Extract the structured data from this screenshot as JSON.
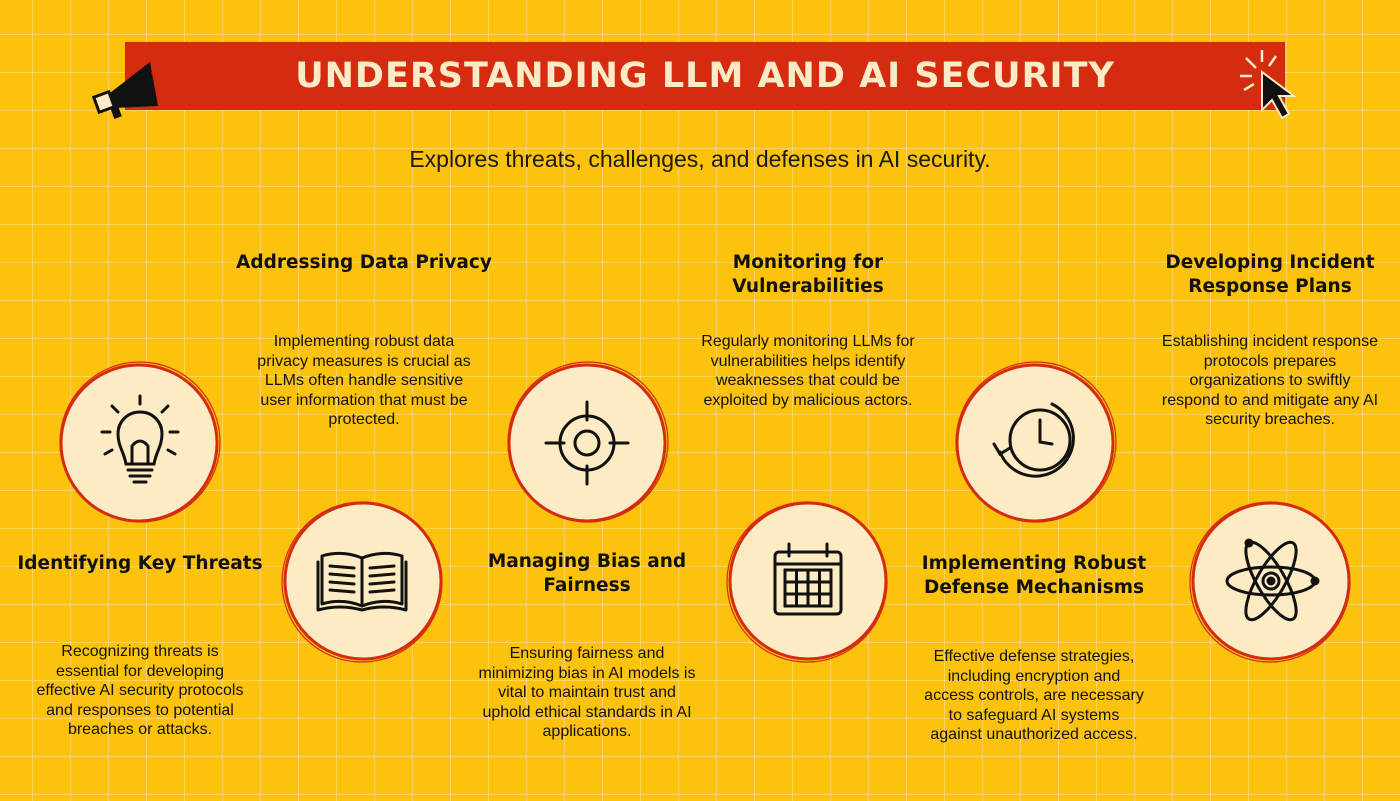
{
  "header": {
    "title": "Understanding LLM and AI Security",
    "subtitle": "Explores threats, challenges, and defenses in AI security."
  },
  "colors": {
    "background": "#FCC20C",
    "banner": "#D42B11",
    "circle_fill": "#FDEBC4",
    "circle_border": "#D42B11",
    "banner_text": "#FCEBC6"
  },
  "steps": [
    {
      "heading": "Identifying Key Threats",
      "description": "Recognizing threats is essential for developing effective AI security protocols and responses to potential breaches or attacks.",
      "icon": "lightbulb-icon"
    },
    {
      "heading": "Addressing Data Privacy",
      "description": "Implementing robust data privacy measures is crucial as LLMs often handle sensitive user information that must be protected.",
      "icon": "open-book-icon"
    },
    {
      "heading": "Managing Bias and Fairness",
      "description": "Ensuring fairness and minimizing bias in AI models is vital to maintain trust and uphold ethical standards in AI applications.",
      "icon": "crosshair-icon"
    },
    {
      "heading": "Monitoring for Vulnerabilities",
      "description": "Regularly monitoring LLMs for vulnerabilities helps identify weaknesses that could be exploited by malicious actors.",
      "icon": "calendar-icon"
    },
    {
      "heading": "Implementing Robust Defense Mechanisms",
      "description": "Effective defense strategies, including encryption and access controls, are necessary to safeguard AI systems against unauthorized access.",
      "icon": "clock-icon"
    },
    {
      "heading": "Developing Incident Response Plans",
      "description": "Establishing incident response protocols prepares organizations to swiftly respond to and mitigate any AI security breaches.",
      "icon": "atom-icon"
    }
  ]
}
